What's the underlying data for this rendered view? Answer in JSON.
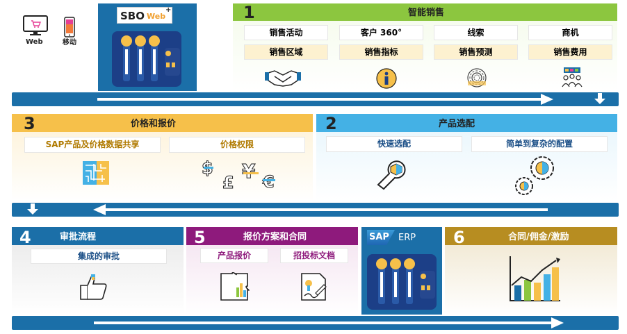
{
  "header": {
    "web_label": "Web",
    "mobile_label": "移动",
    "sbo_text": "SBO",
    "sbo_web": "Web",
    "sbo_plus": "+"
  },
  "section1": {
    "number": "1",
    "title": "智能销售",
    "row1": [
      "销售活动",
      "客户 360°",
      "线索",
      "商机"
    ],
    "row2": [
      "销售区域",
      "销售指标",
      "销售预测",
      "销售费用"
    ]
  },
  "section3": {
    "number": "3",
    "title": "价格和报价",
    "boxes": [
      "SAP产品及价格数据共享",
      "价格权限"
    ]
  },
  "section2": {
    "number": "2",
    "title": "产品选配",
    "boxes": [
      "快速选配",
      "简单到复杂的配置"
    ]
  },
  "section4": {
    "number": "4",
    "title": "审批流程",
    "box": "集成的审批"
  },
  "section5": {
    "number": "5",
    "title": "报价方案和合同",
    "boxes": [
      "产品报价",
      "招投标文档"
    ]
  },
  "erp": {
    "sap_text": "SAP",
    "erp_text": "ERP"
  },
  "section6": {
    "number": "6",
    "title": "合同/佣金/激励"
  },
  "colors": {
    "blue_dark": "#1b6fa8",
    "green": "#8cc63f",
    "orange": "#f6c04a",
    "sky": "#44b1e5",
    "purple": "#8e1a7c",
    "gold": "#b78d21",
    "navy": "#1c3f87"
  }
}
